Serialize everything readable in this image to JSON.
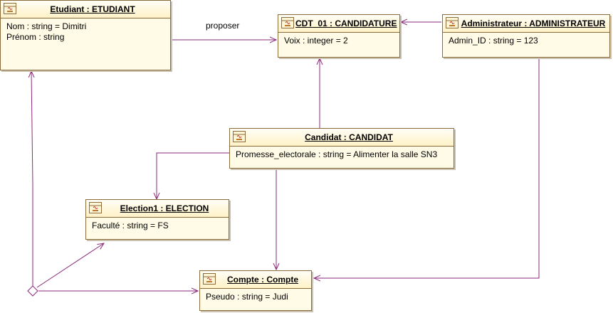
{
  "objects": {
    "etudiant": {
      "title": "Etudiant : ETUDIANT",
      "attrs": [
        "Nom : string = Dimitri",
        "Prénom : string"
      ]
    },
    "candidature": {
      "title": "CDT_01 : CANDIDATURE",
      "attrs": [
        "Voix : integer = 2"
      ]
    },
    "administrateur": {
      "title": "Administrateur : ADMINISTRATEUR",
      "attrs": [
        "Admin_ID : string = 123"
      ]
    },
    "candidat": {
      "title": "Candidat : CANDIDAT",
      "attrs": [
        "Promesse_electorale : string = Alimenter la salle SN3"
      ]
    },
    "election": {
      "title": "Election1 : ELECTION",
      "attrs": [
        "Faculté : string = FS"
      ]
    },
    "compte": {
      "title": "Compte : Compte",
      "attrs": [
        "Pseudo : string = Judi"
      ]
    }
  },
  "links": {
    "proposer_label": "proposer"
  },
  "colors": {
    "link": "#8b2a7a",
    "box_fill": "#fffbe6",
    "box_border": "#8b6b3a"
  },
  "icon": "class-object-icon"
}
